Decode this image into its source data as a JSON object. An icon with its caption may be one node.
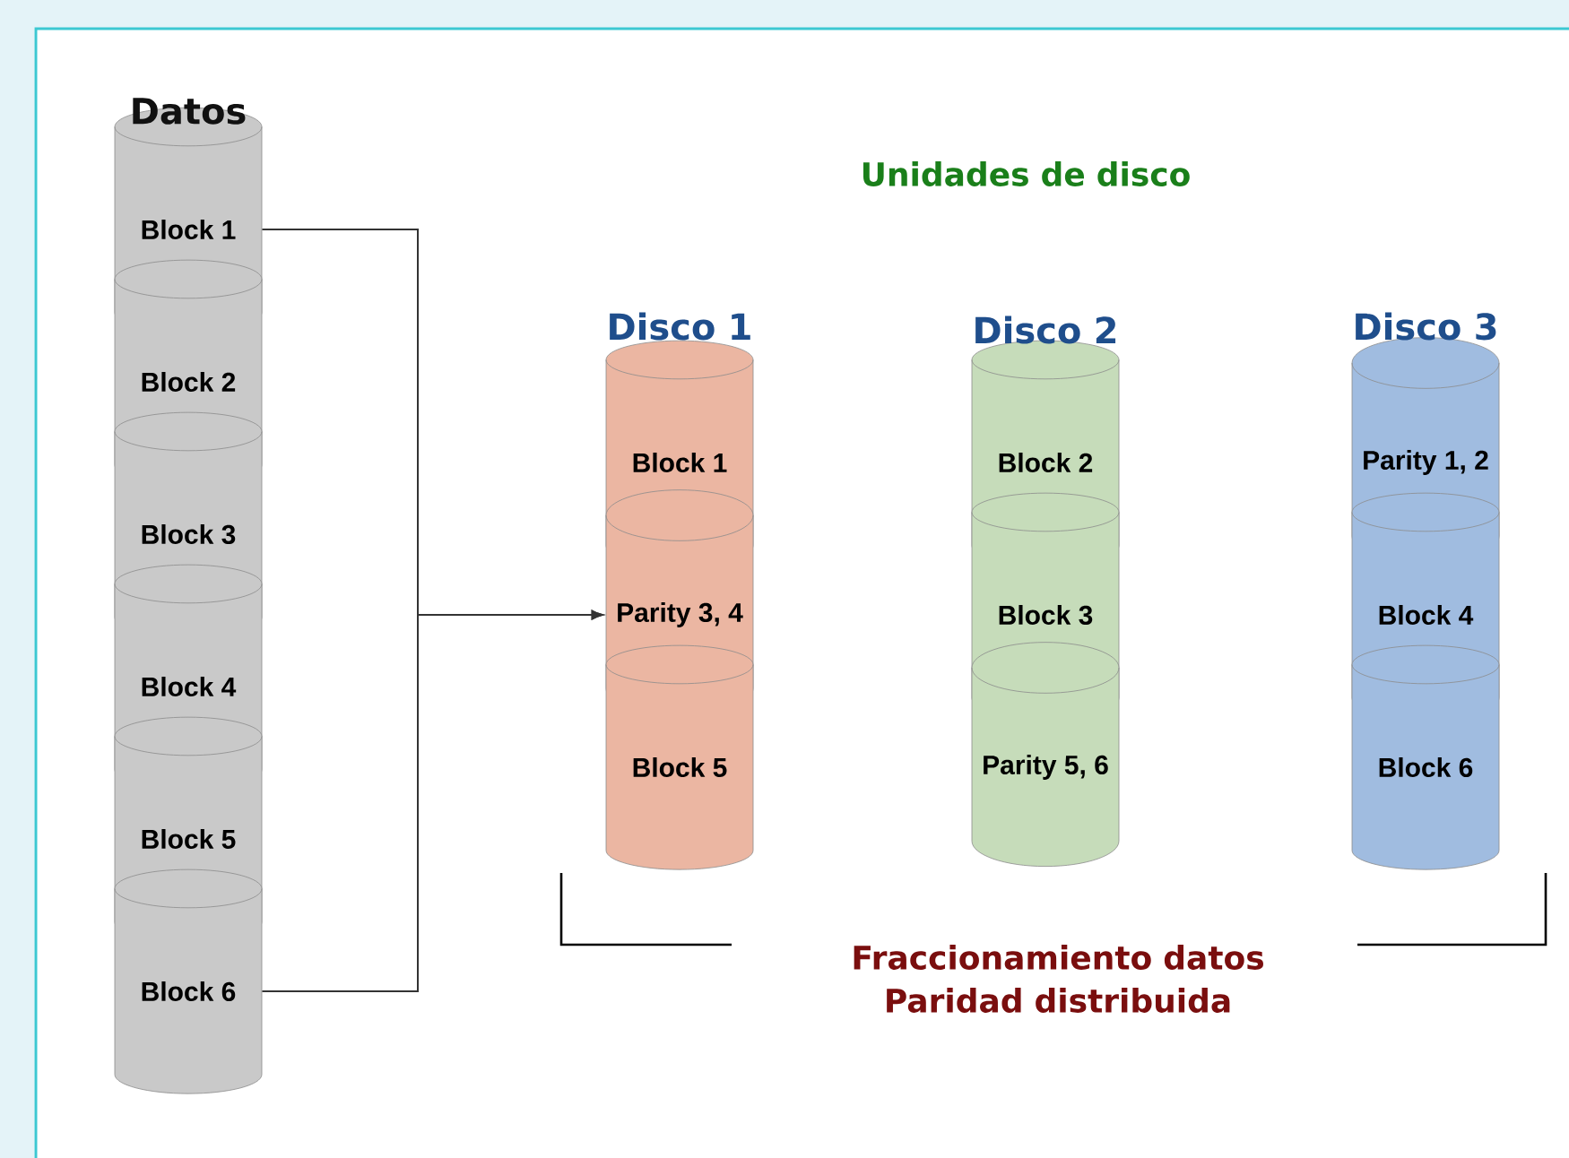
{
  "diagram": {
    "nodes": [
      {
        "text": [
          "Block 1"
        ]
      },
      {
        "text": [
          "Block 2"
        ]
      },
      {
        "text": [
          "Block 3"
        ]
      },
      {
        "text": [
          "Block 4"
        ]
      },
      {
        "text": [
          "Block 5"
        ]
      },
      {
        "text": [
          "Block 6"
        ]
      },
      {
        "text": [
          "Block 1"
        ]
      },
      {
        "text": [
          "Parity 3, 4"
        ]
      },
      {
        "text": [
          "Block 5"
        ]
      },
      {
        "text": [
          "Block 2"
        ]
      },
      {
        "text": [
          "Block 3"
        ]
      },
      {
        "text": [
          "Parity 5, 6"
        ]
      },
      {
        "text": [
          "Parity 1, 2"
        ]
      },
      {
        "text": [
          "Block 4"
        ]
      },
      {
        "text": [
          "Block 6"
        ]
      }
    ],
    "edges": [
      {
        "from": 0,
        "to": 7,
        "arrow": "to"
      },
      {
        "from": 5,
        "to": 7,
        "arrow": "to"
      }
    ],
    "labels": [
      "Datos",
      "Unidades de disco",
      "Disco 1",
      "Disco 2",
      "Disco 3",
      "Fraccionamiento datos Paridad distribuida"
    ]
  }
}
